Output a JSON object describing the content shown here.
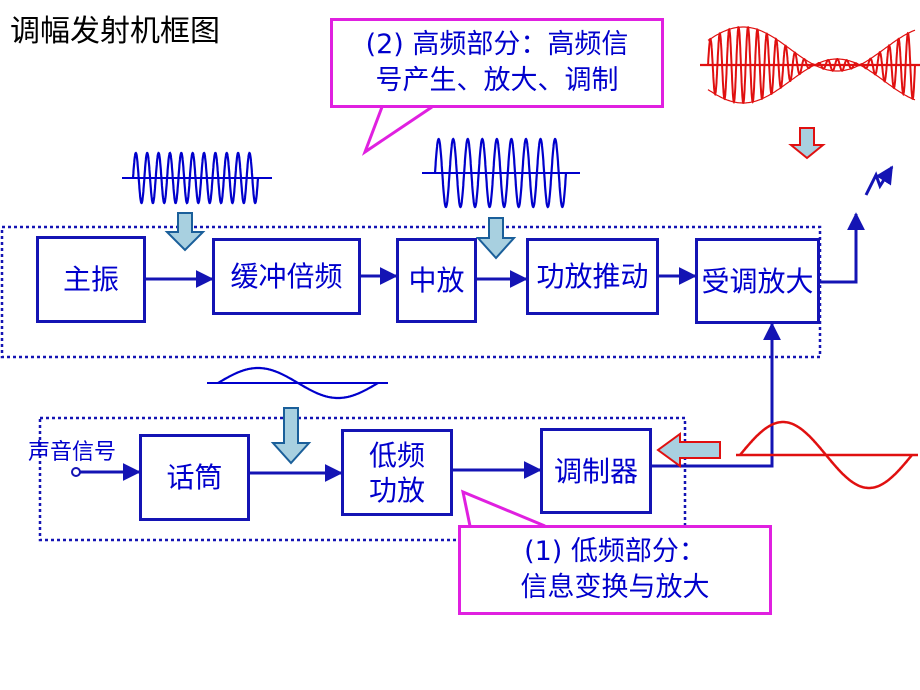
{
  "title": "调幅发射机框图",
  "blocks": {
    "oscillator": "主振",
    "buffer_multiplier": "缓冲倍频",
    "intermediate_amp": "中放",
    "driver": "功放推动",
    "modulated_amp": "受调放大",
    "microphone": "话筒",
    "lf_amp_line1": "低频",
    "lf_amp_line2": "功放",
    "modulator": "调制器"
  },
  "input_label": "声音信号",
  "callout_high": {
    "line1": "(2) 高频部分：高频信",
    "line2": "号产生、放大、调制"
  },
  "callout_low": {
    "line1": "(1) 低频部分：",
    "line2": "信息变换与放大"
  },
  "colors": {
    "block_border": "#1414b4",
    "text": "#0000cc",
    "callout_border": "#e020e0",
    "rf_wave": "#0000cc",
    "modulated_wave": "#e01010",
    "down_arrow_fill": "#a8d0e0"
  }
}
